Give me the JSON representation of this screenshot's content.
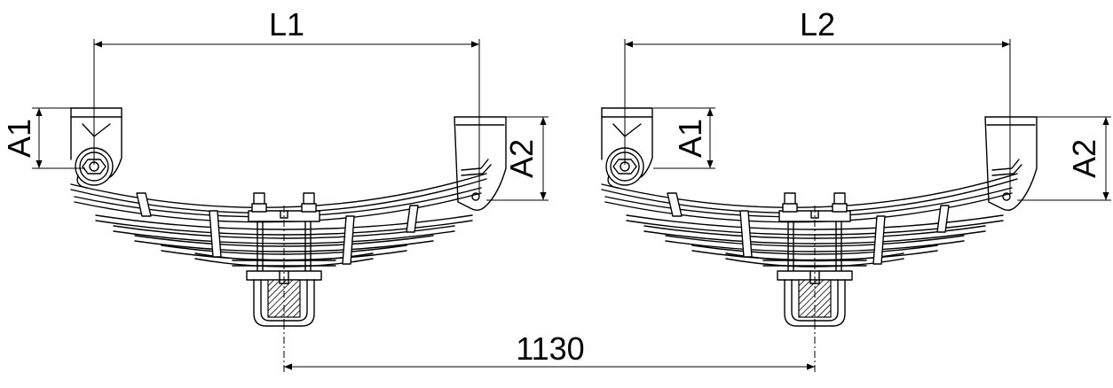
{
  "labels": {
    "left_span": "L1",
    "right_span": "L2",
    "left_front_height": "A1",
    "left_rear_height": "A2",
    "right_front_height": "A1",
    "right_rear_height": "A2",
    "axle_spacing": "1130"
  }
}
